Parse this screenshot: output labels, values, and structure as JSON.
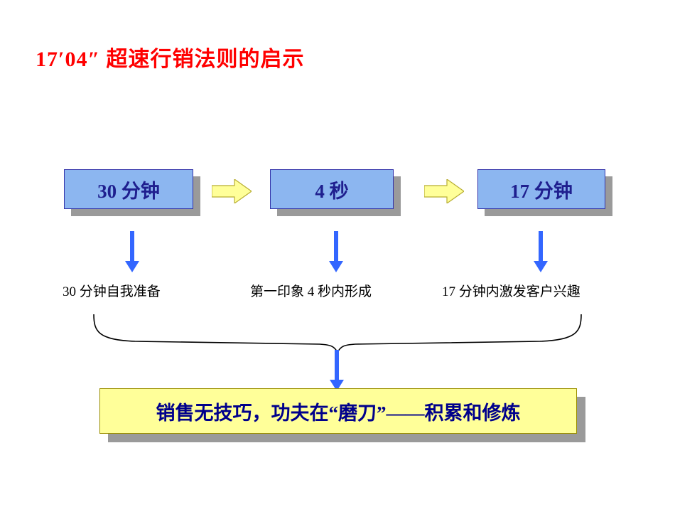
{
  "slide": {
    "title": "17′04″ 超速行销法则的启示",
    "title_color": "#FF0000",
    "background": "#FFFFFF"
  },
  "flow": {
    "boxes": [
      {
        "label": "30 分钟",
        "fill": "#8CB6F0",
        "text_color": "#1F1F8F"
      },
      {
        "label": "4  秒",
        "fill": "#8CB6F0",
        "text_color": "#1F1F8F"
      },
      {
        "label": "17 分钟",
        "fill": "#8CB6F0",
        "text_color": "#1F1F8F"
      }
    ],
    "connectors": [
      {
        "name": "chevron-arrow-1",
        "fill": "#FFFF99"
      },
      {
        "name": "chevron-arrow-2",
        "fill": "#FFFF99"
      }
    ],
    "down_arrows": [
      {
        "name": "down-arrow-1",
        "color": "#3366FF"
      },
      {
        "name": "down-arrow-2",
        "color": "#3366FF"
      },
      {
        "name": "down-arrow-3",
        "color": "#3366FF"
      },
      {
        "name": "down-arrow-summary",
        "color": "#3366FF"
      }
    ],
    "captions": [
      "30 分钟自我准备",
      "第一印象 4 秒内形成",
      "17 分钟内激发客户兴趣"
    ]
  },
  "summary": {
    "text": "销售无技巧，功夫在“磨刀”——积累和修炼",
    "fill": "#FFFF99",
    "text_color": "#00008B"
  }
}
